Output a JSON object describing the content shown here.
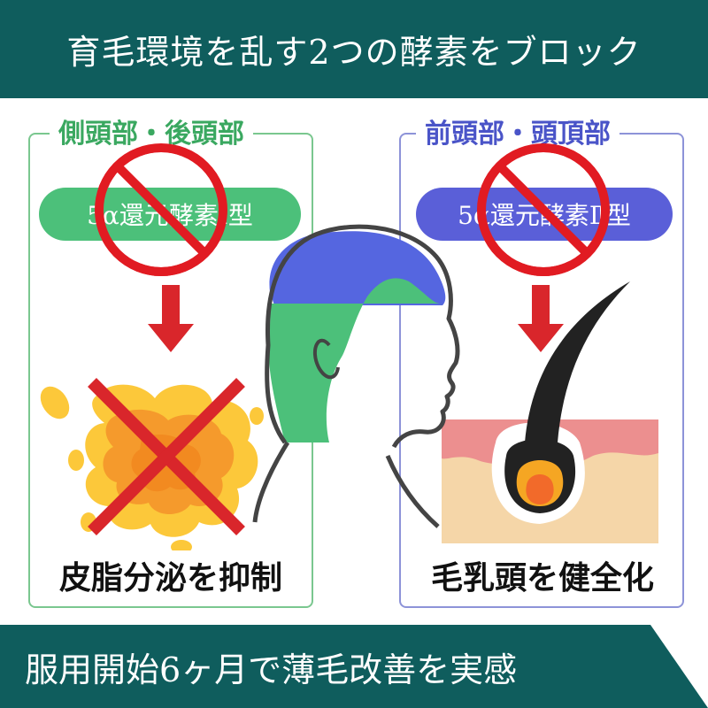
{
  "header": {
    "title": "育毛環境を乱す2つの酵素をブロック"
  },
  "left_panel": {
    "heading": "側頭部・後頭部",
    "enzyme_label": "5α還元酵素Ⅰ型",
    "effect_caption": "皮脂分泌を抑制",
    "accent_color": "#4cc07a"
  },
  "right_panel": {
    "heading": "前頭部・頭頂部",
    "enzyme_label": "5α還元酵素Ⅱ型",
    "effect_caption": "毛乳頭を健全化",
    "accent_color": "#5a5fd8"
  },
  "footer": {
    "text": "服用開始6ヶ月で薄毛改善を実感"
  },
  "icons": [
    "prohibited-sign-icon",
    "down-arrow-icon",
    "sebum-splash-icon",
    "cross-mark-icon",
    "head-profile-icon",
    "hair-follicle-icon"
  ]
}
